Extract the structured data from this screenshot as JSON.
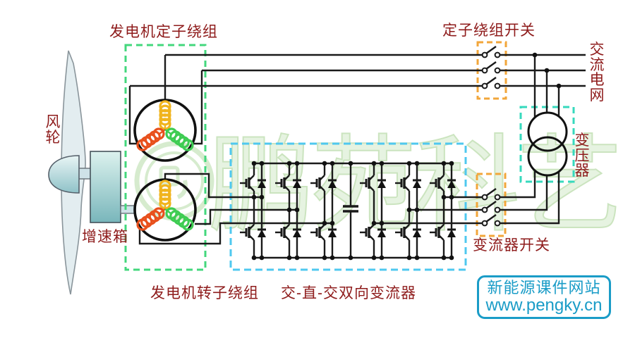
{
  "diagram": {
    "title_context": "doubly-fed wind power generation system schematic",
    "labels": {
      "wind_wheel": "风轮",
      "gearbox": "增速箱",
      "stator_winding": "发电机定子绕组",
      "rotor_winding": "发电机转子绕组",
      "stator_switch": "定子绕组开关",
      "converter_switch": "变流器开关",
      "converter": "交-直-交双向变流器",
      "transformer": "变压器",
      "ac_grid": "交流电网"
    },
    "watermark": {
      "logo_text": "鹏苑科艺"
    },
    "site_badge": {
      "name": "新能源课件网站",
      "url": "www.pengky.cn"
    },
    "colors": {
      "label_red": "#8e1b1b",
      "wire_black": "#1a1a1a",
      "generator_box_green": "#43d77c",
      "converter_box_blue": "#4fc8ef",
      "transformer_box_teal": "#36d9bd",
      "switch_box_orange": "#f2a63a",
      "coil_yellow": "#f0b41e",
      "coil_red": "#e8501c",
      "coil_green": "#3ecc52",
      "watermark_green": "#d9edd2",
      "site_blue": "#1a9cc7"
    }
  }
}
